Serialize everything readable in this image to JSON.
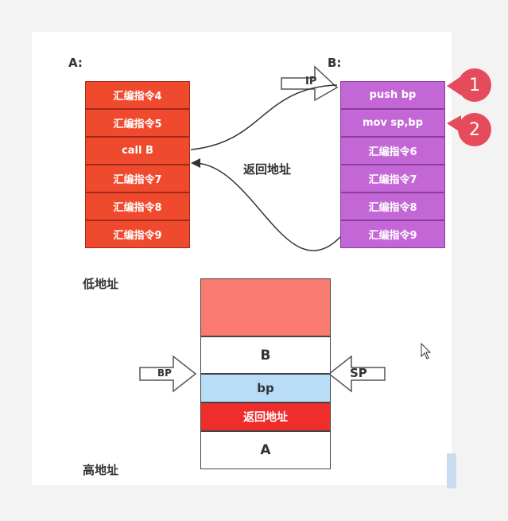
{
  "diagram": {
    "label_a": "A:",
    "label_b": "B:",
    "list_a": [
      "汇编指令4",
      "汇编指令5",
      "call B",
      "汇编指令7",
      "汇编指令8",
      "汇编指令9"
    ],
    "list_b": [
      "push bp",
      "mov sp,bp",
      "汇编指令6",
      "汇编指令7",
      "汇编指令8",
      "汇编指令9"
    ],
    "ip_label": "IP",
    "return_label": "返回地址",
    "badges": [
      "1",
      "2"
    ],
    "colors": {
      "list_a": "#f04a2e",
      "list_b": "#c467d6",
      "badge": "#e54b5b"
    }
  },
  "stack": {
    "low_label": "低地址",
    "high_label": "高地址",
    "cells": [
      {
        "text": "",
        "color": "#f97a6e"
      },
      {
        "text": "B",
        "color": "#ffffff"
      },
      {
        "text": "bp",
        "color": "#b9dcf7"
      },
      {
        "text": "返回地址",
        "color": "#ef2d2a"
      },
      {
        "text": "A",
        "color": "#ffffff"
      }
    ],
    "bp_pointer": "BP",
    "sp_pointer": "SP"
  }
}
